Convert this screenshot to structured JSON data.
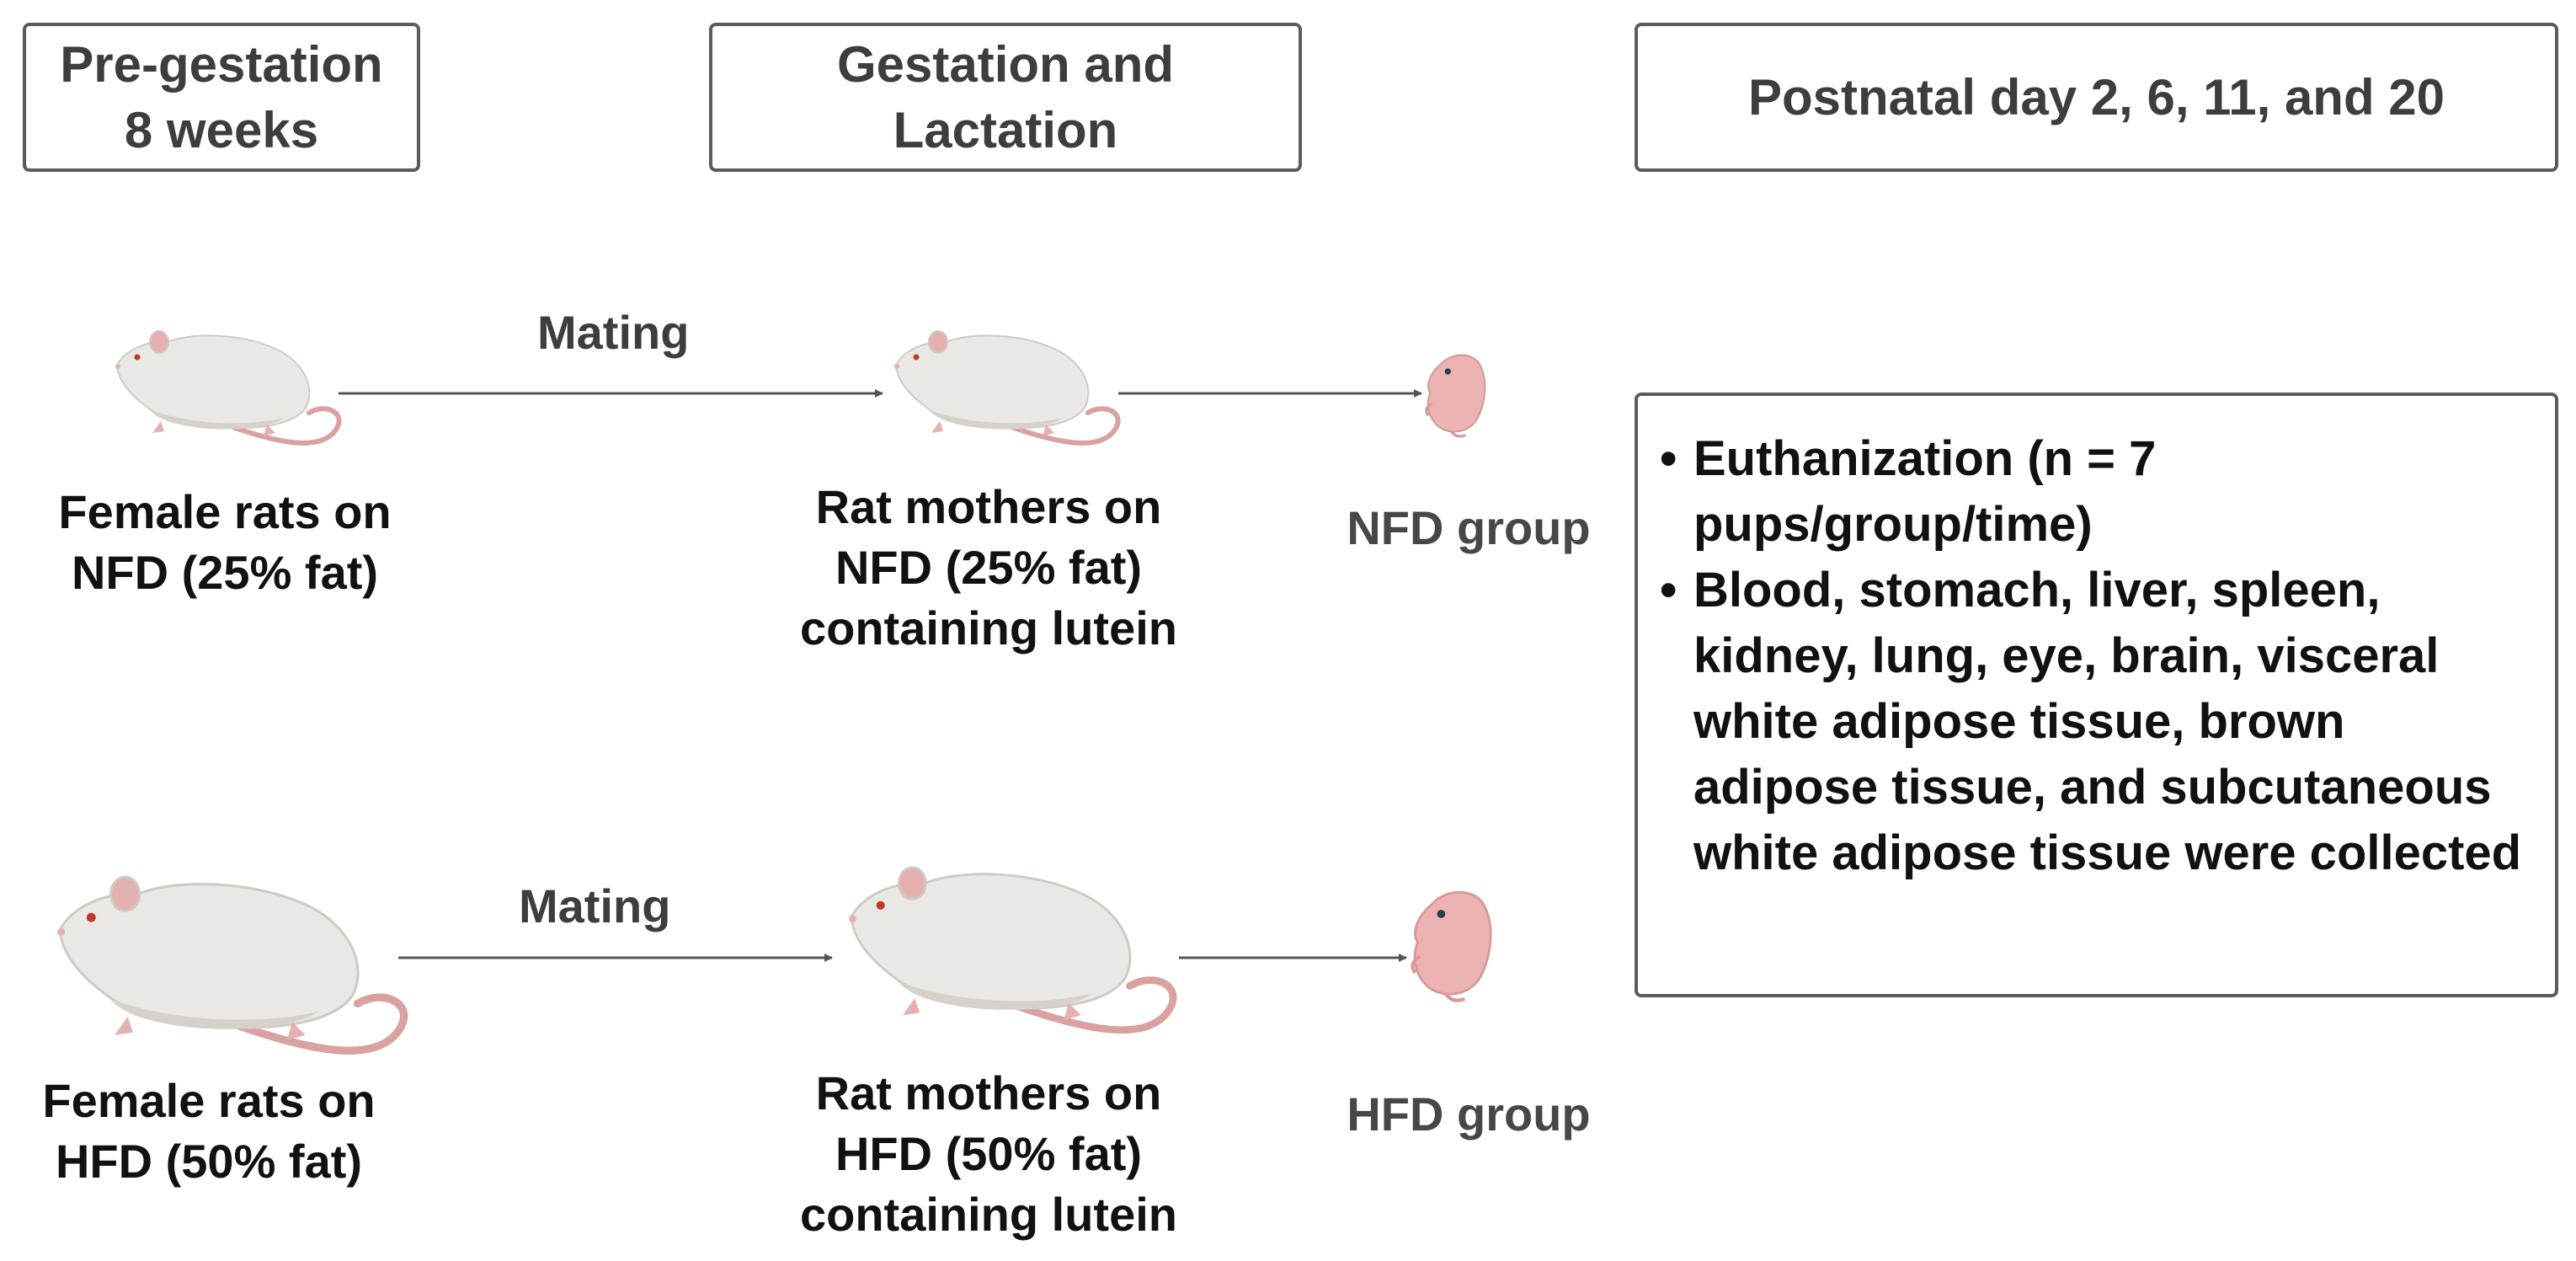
{
  "phases": {
    "pre_gestation": [
      "Pre-gestation",
      "8 weeks"
    ],
    "gestation": [
      "Gestation and",
      "Lactation"
    ],
    "postnatal": [
      "Postnatal day 2, 6, 11, and 20"
    ]
  },
  "nfd_row": {
    "mating_label": "Mating",
    "female_caption": [
      "Female rats on",
      "NFD (25% fat)"
    ],
    "mother_caption": [
      "Rat mothers on",
      "NFD (25% fat)",
      "containing lutein"
    ],
    "group_label": "NFD group"
  },
  "hfd_row": {
    "mating_label": "Mating",
    "female_caption": [
      "Female rats on",
      "HFD (50% fat)"
    ],
    "mother_caption": [
      "Rat mothers on",
      "HFD (50% fat)",
      "containing lutein"
    ],
    "group_label": "HFD group"
  },
  "outcomes": [
    "Euthanization (n = 7 pups/group/time)",
    "Blood, stomach, liver, spleen, kidney, lung, eye, brain, visceral white adipose tissue, brown adipose tissue, and subcutaneous white adipose tissue were collected"
  ],
  "icons": {
    "rat": "rat-icon",
    "pup": "rat-pup-icon",
    "arrow": "arrow-right-icon"
  },
  "colors": {
    "border": "#5b5b5b",
    "arrow": "#555555",
    "rat_body": "#eae8e4",
    "rat_ear": "#e5b0b0",
    "rat_tail": "#d9a19f",
    "pup": "#ebb4b2"
  }
}
